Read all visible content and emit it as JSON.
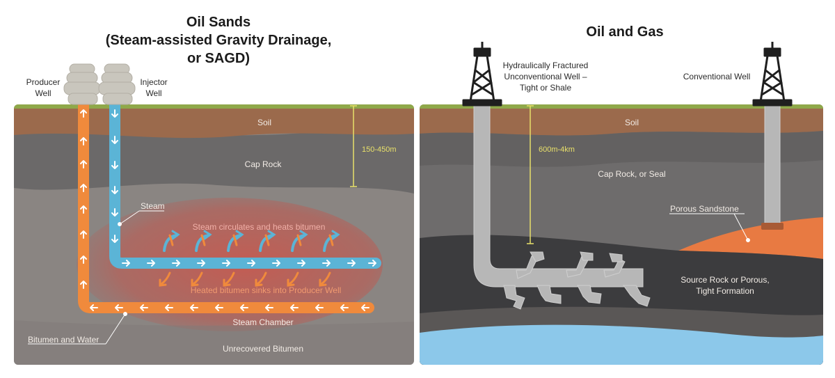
{
  "left_panel": {
    "title_line1": "Oil Sands",
    "title_line2": "(Steam-assisted Gravity Drainage,",
    "title_line3": "or SAGD)",
    "producer_well_line1": "Producer",
    "producer_well_line2": "Well",
    "injector_well_line1": "Injector",
    "injector_well_line2": "Well",
    "soil": "Soil",
    "cap_rock": "Cap Rock",
    "depth": "150-450m",
    "steam": "Steam",
    "steam_circulates": "Steam circulates and heats bitumen",
    "heated_bitumen": "Heated bitumen sinks into Producer Well",
    "steam_chamber": "Steam Chamber",
    "bitumen_and_water": "Bitumen and Water",
    "unrecovered_bitumen": "Unrecovered Bitumen"
  },
  "right_panel": {
    "title": "Oil and Gas",
    "hf_well_line1": "Hydraulically Fractured",
    "hf_well_line2": "Unconventional Well –",
    "hf_well_line3": "Tight or Shale",
    "conventional_well": "Conventional Well",
    "soil": "Soil",
    "depth": "600m-4km",
    "cap_rock_seal": "Cap Rock, or Seal",
    "porous_sandstone": "Porous Sandstone",
    "source_rock_line1": "Source Rock or Porous,",
    "source_rock_line2": "Tight Formation"
  },
  "colors": {
    "grass": "#8fa84a",
    "soil": "#9b6a4c",
    "cap_rock": "#6e6c6c",
    "deep_rock": "#8a8582",
    "steam_chamber": "#c86a60",
    "steam_pipe": "#5bb4d6",
    "producer_pipe": "#f08a3c",
    "wellhead": "#c9c6bd",
    "measure": "#e8e06a",
    "source_rock": "#3c3c3e",
    "sandstone": "#e87a42",
    "water": "#8cc8ea",
    "well_casing": "#b7b7b7"
  }
}
